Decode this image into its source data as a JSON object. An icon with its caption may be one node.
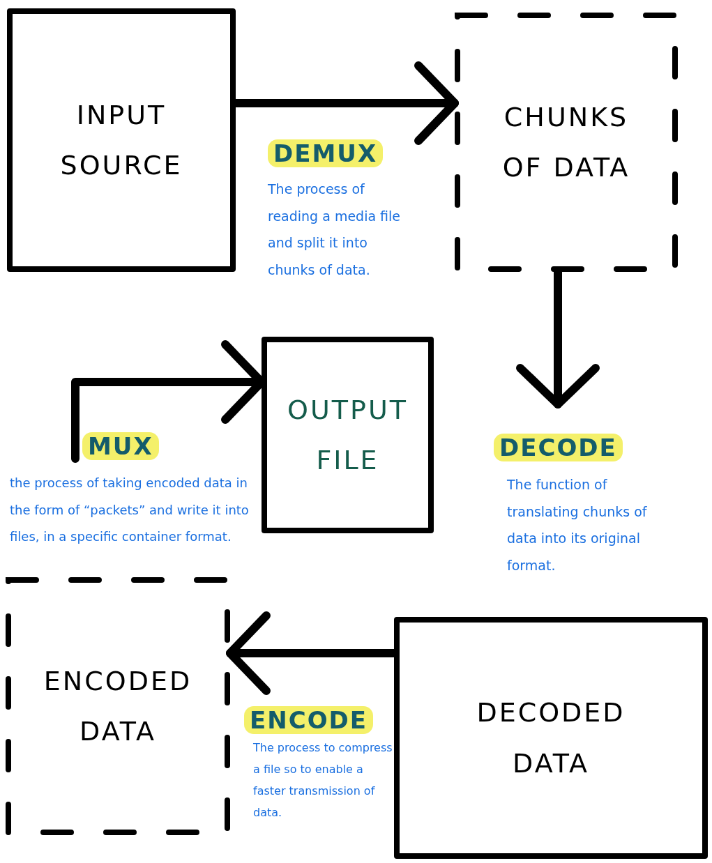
{
  "diagram": {
    "nodes": [
      {
        "text": [
          "INPUT SOURCE"
        ]
      },
      {
        "text": [
          "CHUNKS OF DATA"
        ]
      },
      {
        "text": [
          "OUTPUT FILE"
        ]
      },
      {
        "text": [
          "ENCODED DATA"
        ]
      },
      {
        "text": [
          "DECODED DATA"
        ]
      }
    ],
    "edges": [
      {
        "from": 0,
        "to": 1,
        "arrow": "to",
        "label": "DEMUX"
      },
      {
        "from": 1,
        "to": null,
        "arrow": "to",
        "label": "DECODE"
      },
      {
        "from": null,
        "to": 2,
        "arrow": "to",
        "label": "MUX"
      },
      {
        "from": 4,
        "to": 3,
        "arrow": "to",
        "label": "ENCODE"
      }
    ],
    "labels": [
      "The process of reading a media file and split it into chunks of data.",
      "The function of translating chunks of data into its original format.",
      "the process of taking encoded data in the form of “packets” and write it into files, in a specific container format.",
      "The process to compress a file so to enable a faster transmission of data."
    ]
  }
}
